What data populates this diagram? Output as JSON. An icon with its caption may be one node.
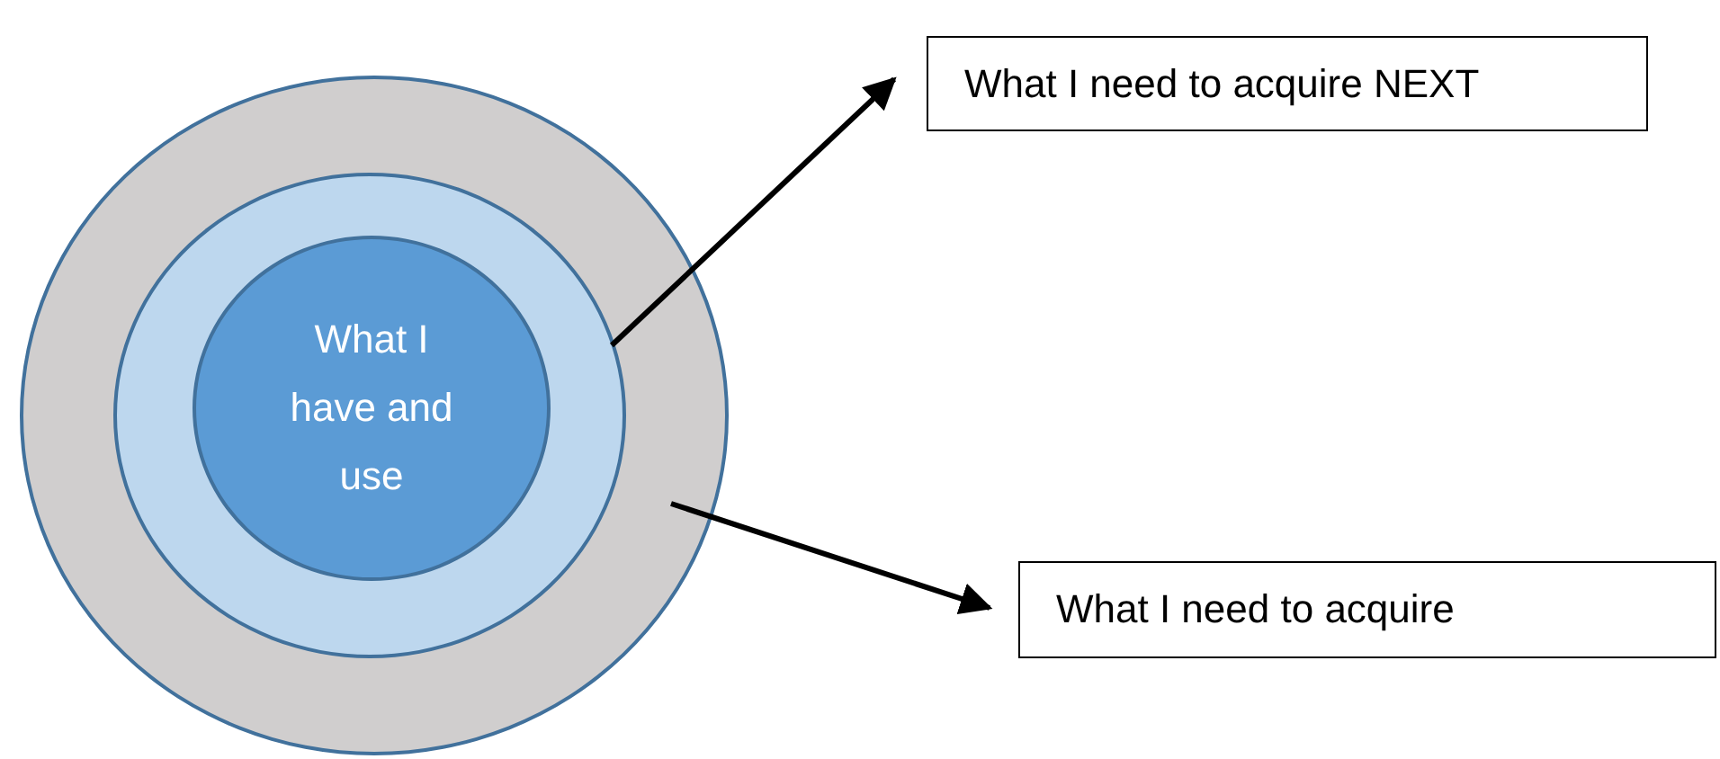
{
  "diagram": {
    "nodes": [
      {
        "text": [],
        "shape": "circle"
      },
      {
        "text": [],
        "shape": "circle",
        "in": 0
      },
      {
        "text": [
          "What I have and use"
        ],
        "in": 1
      },
      {
        "text": [
          "What I need to acquire NEXT"
        ]
      },
      {
        "text": [
          "What I need to acquire"
        ]
      }
    ],
    "edges": [
      {
        "from": 1,
        "to": 3,
        "arrow": "to"
      },
      {
        "from": 0,
        "to": 4,
        "arrow": "to"
      }
    ]
  }
}
